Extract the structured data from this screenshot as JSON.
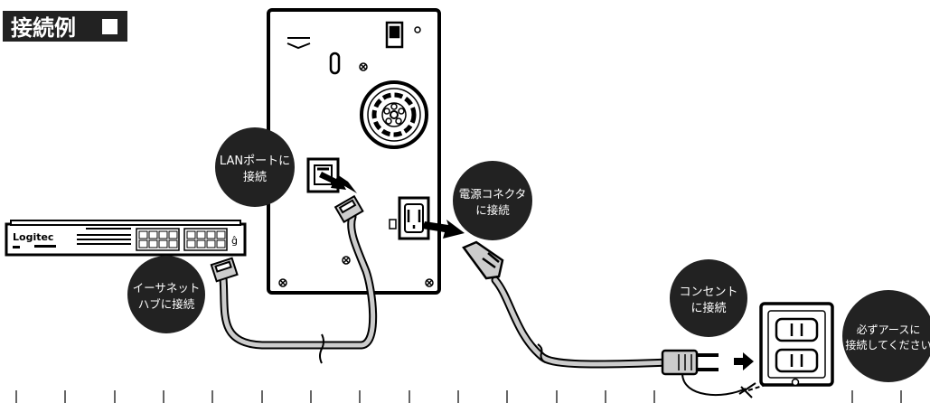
{
  "header": {
    "title": "接続例",
    "marker": "■"
  },
  "switch": {
    "brand": "Logitec"
  },
  "callouts": {
    "lan": {
      "line1": "LANポートに",
      "line2": "接続"
    },
    "power": {
      "line1": "電源コネクタ",
      "line2": "に接続"
    },
    "hub": {
      "line1": "イーサネット",
      "line2": "ハブに接続"
    },
    "outlet": {
      "line1": "コンセント",
      "line2": "に接続"
    },
    "earth": {
      "line1": "必ずアースに",
      "line2": "接続してください"
    }
  },
  "colors": {
    "ink": "#000000",
    "badge": "#222222",
    "cable": "#cccccc",
    "paper": "#ffffff"
  }
}
